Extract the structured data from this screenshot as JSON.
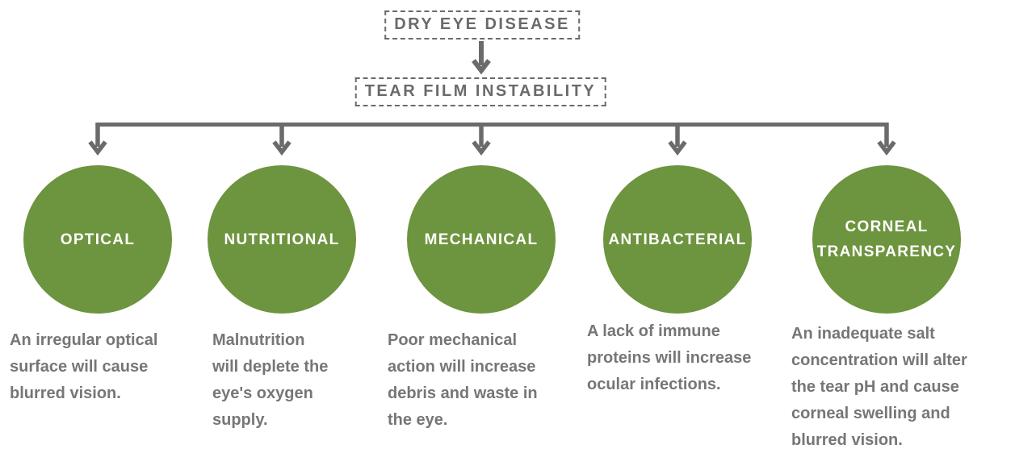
{
  "diagram": {
    "title": "Dry eye disease flowchart",
    "root_node": {
      "label": "DRY EYE DISEASE"
    },
    "secondary_node": {
      "label": "TEAR FILM INSTABILITY"
    },
    "branches": [
      {
        "label": "OPTICAL",
        "description": "An irregular optical\nsurface will cause\nblurred vision."
      },
      {
        "label": "NUTRITIONAL",
        "description": "Malnutrition\nwill deplete the\neye's oxygen\nsupply."
      },
      {
        "label": "MECHANICAL",
        "description": "Poor mechanical\naction will increase\ndebris and waste in\nthe eye."
      },
      {
        "label": "ANTIBACTERIAL",
        "description": "A lack of immune\nproteins will increase\nocular infections."
      },
      {
        "label": "CORNEAL\nTRANSPARENCY",
        "description": "An inadequate salt\nconcentration will alter\nthe tear pH and cause\ncorneal swelling and\nblurred vision."
      }
    ],
    "colors": {
      "circle_green": "#6D943E",
      "line_gray": "#6B6B6B",
      "text_gray": "#767676",
      "label_gray": "#6A6A6A"
    }
  }
}
